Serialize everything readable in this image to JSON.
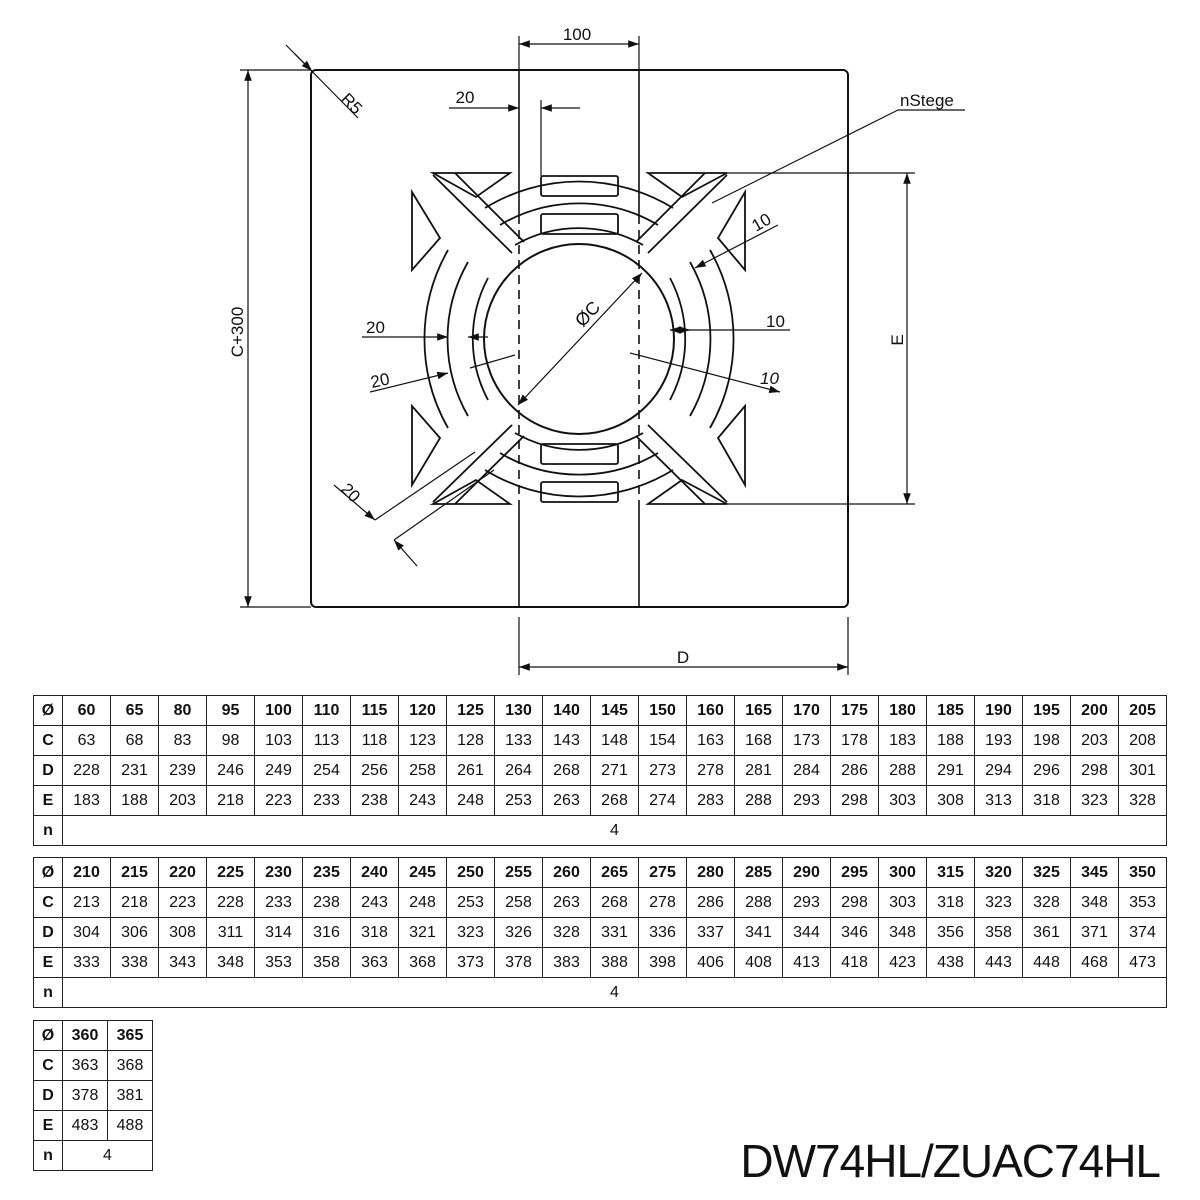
{
  "drawing": {
    "labels": {
      "top_width": "100",
      "radius": "R5",
      "web_width": "20",
      "webs": "nStege",
      "height": "C+300",
      "diameter": "ØC",
      "ten_a": "10",
      "ten_b": "10",
      "ten_c": "10",
      "twenty_a": "20",
      "twenty_b": "20",
      "twenty_c": "20",
      "e": "E",
      "d": "D"
    }
  },
  "tables": [
    {
      "row_labels": [
        "Ø",
        "C",
        "D",
        "E",
        "n"
      ],
      "diameters": [
        "60",
        "65",
        "80",
        "95",
        "100",
        "110",
        "115",
        "120",
        "125",
        "130",
        "140",
        "145",
        "150",
        "160",
        "165",
        "170",
        "175",
        "180",
        "185",
        "190",
        "195",
        "200",
        "205"
      ],
      "C": [
        "63",
        "68",
        "83",
        "98",
        "103",
        "113",
        "118",
        "123",
        "128",
        "133",
        "143",
        "148",
        "154",
        "163",
        "168",
        "173",
        "178",
        "183",
        "188",
        "193",
        "198",
        "203",
        "208"
      ],
      "D": [
        "228",
        "231",
        "239",
        "246",
        "249",
        "254",
        "256",
        "258",
        "261",
        "264",
        "268",
        "271",
        "273",
        "278",
        "281",
        "284",
        "286",
        "288",
        "291",
        "294",
        "296",
        "298",
        "301"
      ],
      "E": [
        "183",
        "188",
        "203",
        "218",
        "223",
        "233",
        "238",
        "243",
        "248",
        "253",
        "263",
        "268",
        "274",
        "283",
        "288",
        "293",
        "298",
        "303",
        "308",
        "313",
        "318",
        "323",
        "328"
      ],
      "n": "4"
    },
    {
      "row_labels": [
        "Ø",
        "C",
        "D",
        "E",
        "n"
      ],
      "diameters": [
        "210",
        "215",
        "220",
        "225",
        "230",
        "235",
        "240",
        "245",
        "250",
        "255",
        "260",
        "265",
        "275",
        "280",
        "285",
        "290",
        "295",
        "300",
        "315",
        "320",
        "325",
        "345",
        "350"
      ],
      "C": [
        "213",
        "218",
        "223",
        "228",
        "233",
        "238",
        "243",
        "248",
        "253",
        "258",
        "263",
        "268",
        "278",
        "286",
        "288",
        "293",
        "298",
        "303",
        "318",
        "323",
        "328",
        "348",
        "353"
      ],
      "D": [
        "304",
        "306",
        "308",
        "311",
        "314",
        "316",
        "318",
        "321",
        "323",
        "326",
        "328",
        "331",
        "336",
        "337",
        "341",
        "344",
        "346",
        "348",
        "356",
        "358",
        "361",
        "371",
        "374"
      ],
      "E": [
        "333",
        "338",
        "343",
        "348",
        "353",
        "358",
        "363",
        "368",
        "373",
        "378",
        "383",
        "388",
        "398",
        "406",
        "408",
        "413",
        "418",
        "423",
        "438",
        "443",
        "448",
        "468",
        "473"
      ],
      "n": "4"
    },
    {
      "row_labels": [
        "Ø",
        "C",
        "D",
        "E",
        "n"
      ],
      "diameters": [
        "360",
        "365"
      ],
      "C": [
        "363",
        "368"
      ],
      "D": [
        "378",
        "381"
      ],
      "E": [
        "483",
        "488"
      ],
      "n": "4"
    }
  ],
  "model": "DW74HL/ZUAC74HL"
}
